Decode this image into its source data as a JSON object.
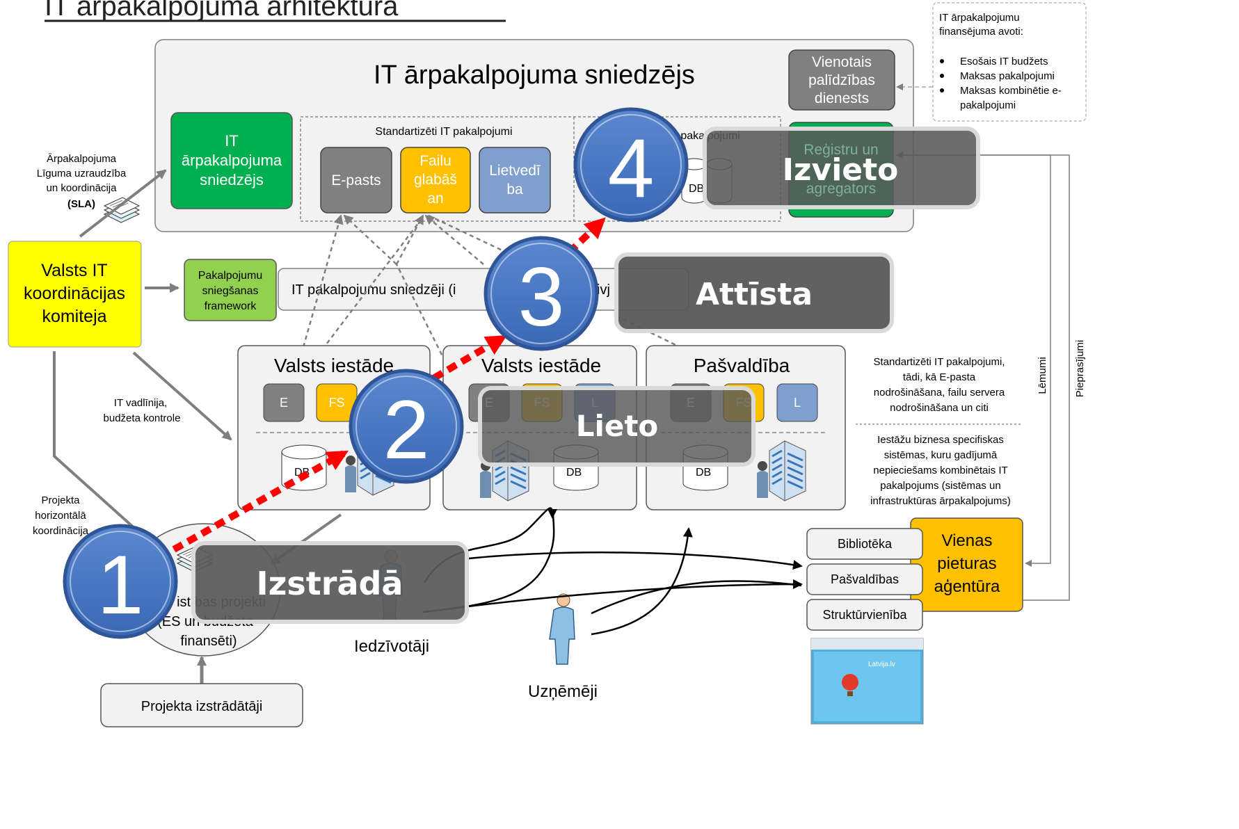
{
  "title": "IT ārpakalpojuma arhitektūra",
  "provider": {
    "title": "IT ārpakalpojuma sniedzējs",
    "it_box": [
      "IT",
      "ārpakalpojuma",
      "sniedzējs"
    ],
    "standard_label": "Standartizēti IT pakalpojumi",
    "specific_label": "IT pakalpojumi",
    "services": {
      "email": "E-pasts",
      "files": [
        "Failu",
        "glabāš",
        "an"
      ],
      "docs": [
        "Lietvedī",
        "ba"
      ]
    },
    "db": "DB",
    "helpdesk": [
      "Vienotais",
      "palīdzības",
      "dienests"
    ],
    "registry": [
      "Reģistru un",
      "agregators"
    ]
  },
  "funding": {
    "heading": [
      "IT ārpakalpojumu",
      "finansējuma avoti:"
    ],
    "items": [
      [
        "Esošais IT budžets"
      ],
      [
        "Maksas pakalpojumi"
      ],
      [
        "Maksas kombinētie e-",
        "pakalpojumi"
      ]
    ]
  },
  "sla_label": [
    "Ārpakalpojuma",
    "Līguma uzraudzība",
    "un koordinācija"
  ],
  "sla_bold": "(SLA)",
  "committee": [
    "Valsts IT",
    "koordinācijas",
    "komiteja"
  ],
  "framework": [
    "Pakalpojumu",
    "sniegšanas",
    "framework"
  ],
  "providers_bar": "IT pakalpojumu sniedzēji (i",
  "providers_bar_tail": "ivj )",
  "institutions": [
    {
      "name": "Valsts iestāde",
      "chips": [
        "E",
        "FS"
      ],
      "db": "DB"
    },
    {
      "name": "Valsts iestāde",
      "chips": [
        "E",
        "FS",
        "L"
      ],
      "db": "DB"
    },
    {
      "name": "Pašvaldība",
      "chips": [
        "E",
        "FS",
        "L"
      ],
      "db": "DB"
    }
  ],
  "guideline_label": [
    "IT vadlīnija,",
    "budžeta kontrole"
  ],
  "projects_label": [
    "Projekta",
    "horizontālā",
    "koordinācija"
  ],
  "projects_ellipse": [
    "ist bas projekti",
    "(ES un budžeta",
    "finansēti)"
  ],
  "developers": "Projekta izstrādātāji",
  "residents": "Iedzīvotāji",
  "entrepreneurs": "Uzņēmēji",
  "note_standard": [
    "Standartizēti IT pakalpojumi,",
    "tādi, kā E-pasta",
    "nodrošināšana, failu servera",
    "nodrošināšana un citi"
  ],
  "note_specific": [
    "Iestāžu biznesa specifiskas",
    "sistēmas, kuru gadījumā",
    "nepieciešams kombinētais IT",
    "pakalpojums (sistēmas un",
    "infrastruktūras ārpakalpojums)"
  ],
  "agency": [
    "Vienas",
    "pieturas",
    "aģentūra"
  ],
  "agency_items": [
    "Bibliotēka",
    "Pašvaldības",
    "Struktūrvienība"
  ],
  "decisions": "Lēmumi",
  "requests": "Pieprasījumi",
  "browser_mini": "Latvija.lv",
  "stages": [
    {
      "number": "1",
      "label": "Izstrādā"
    },
    {
      "number": "2",
      "label": "Lieto"
    },
    {
      "number": "3",
      "label": "Attīsta"
    },
    {
      "number": "4",
      "label": "Izvieto"
    }
  ],
  "colors": {
    "green": "#00b050",
    "light_green": "#92d050",
    "yellow": "#ffff00",
    "orange": "#ffc000",
    "blue_service": "#7f9fcf",
    "grey_service": "#808080",
    "badge_blue": "#4472c4",
    "stage_dark": "#595959",
    "red_arrow": "#ff0000"
  }
}
